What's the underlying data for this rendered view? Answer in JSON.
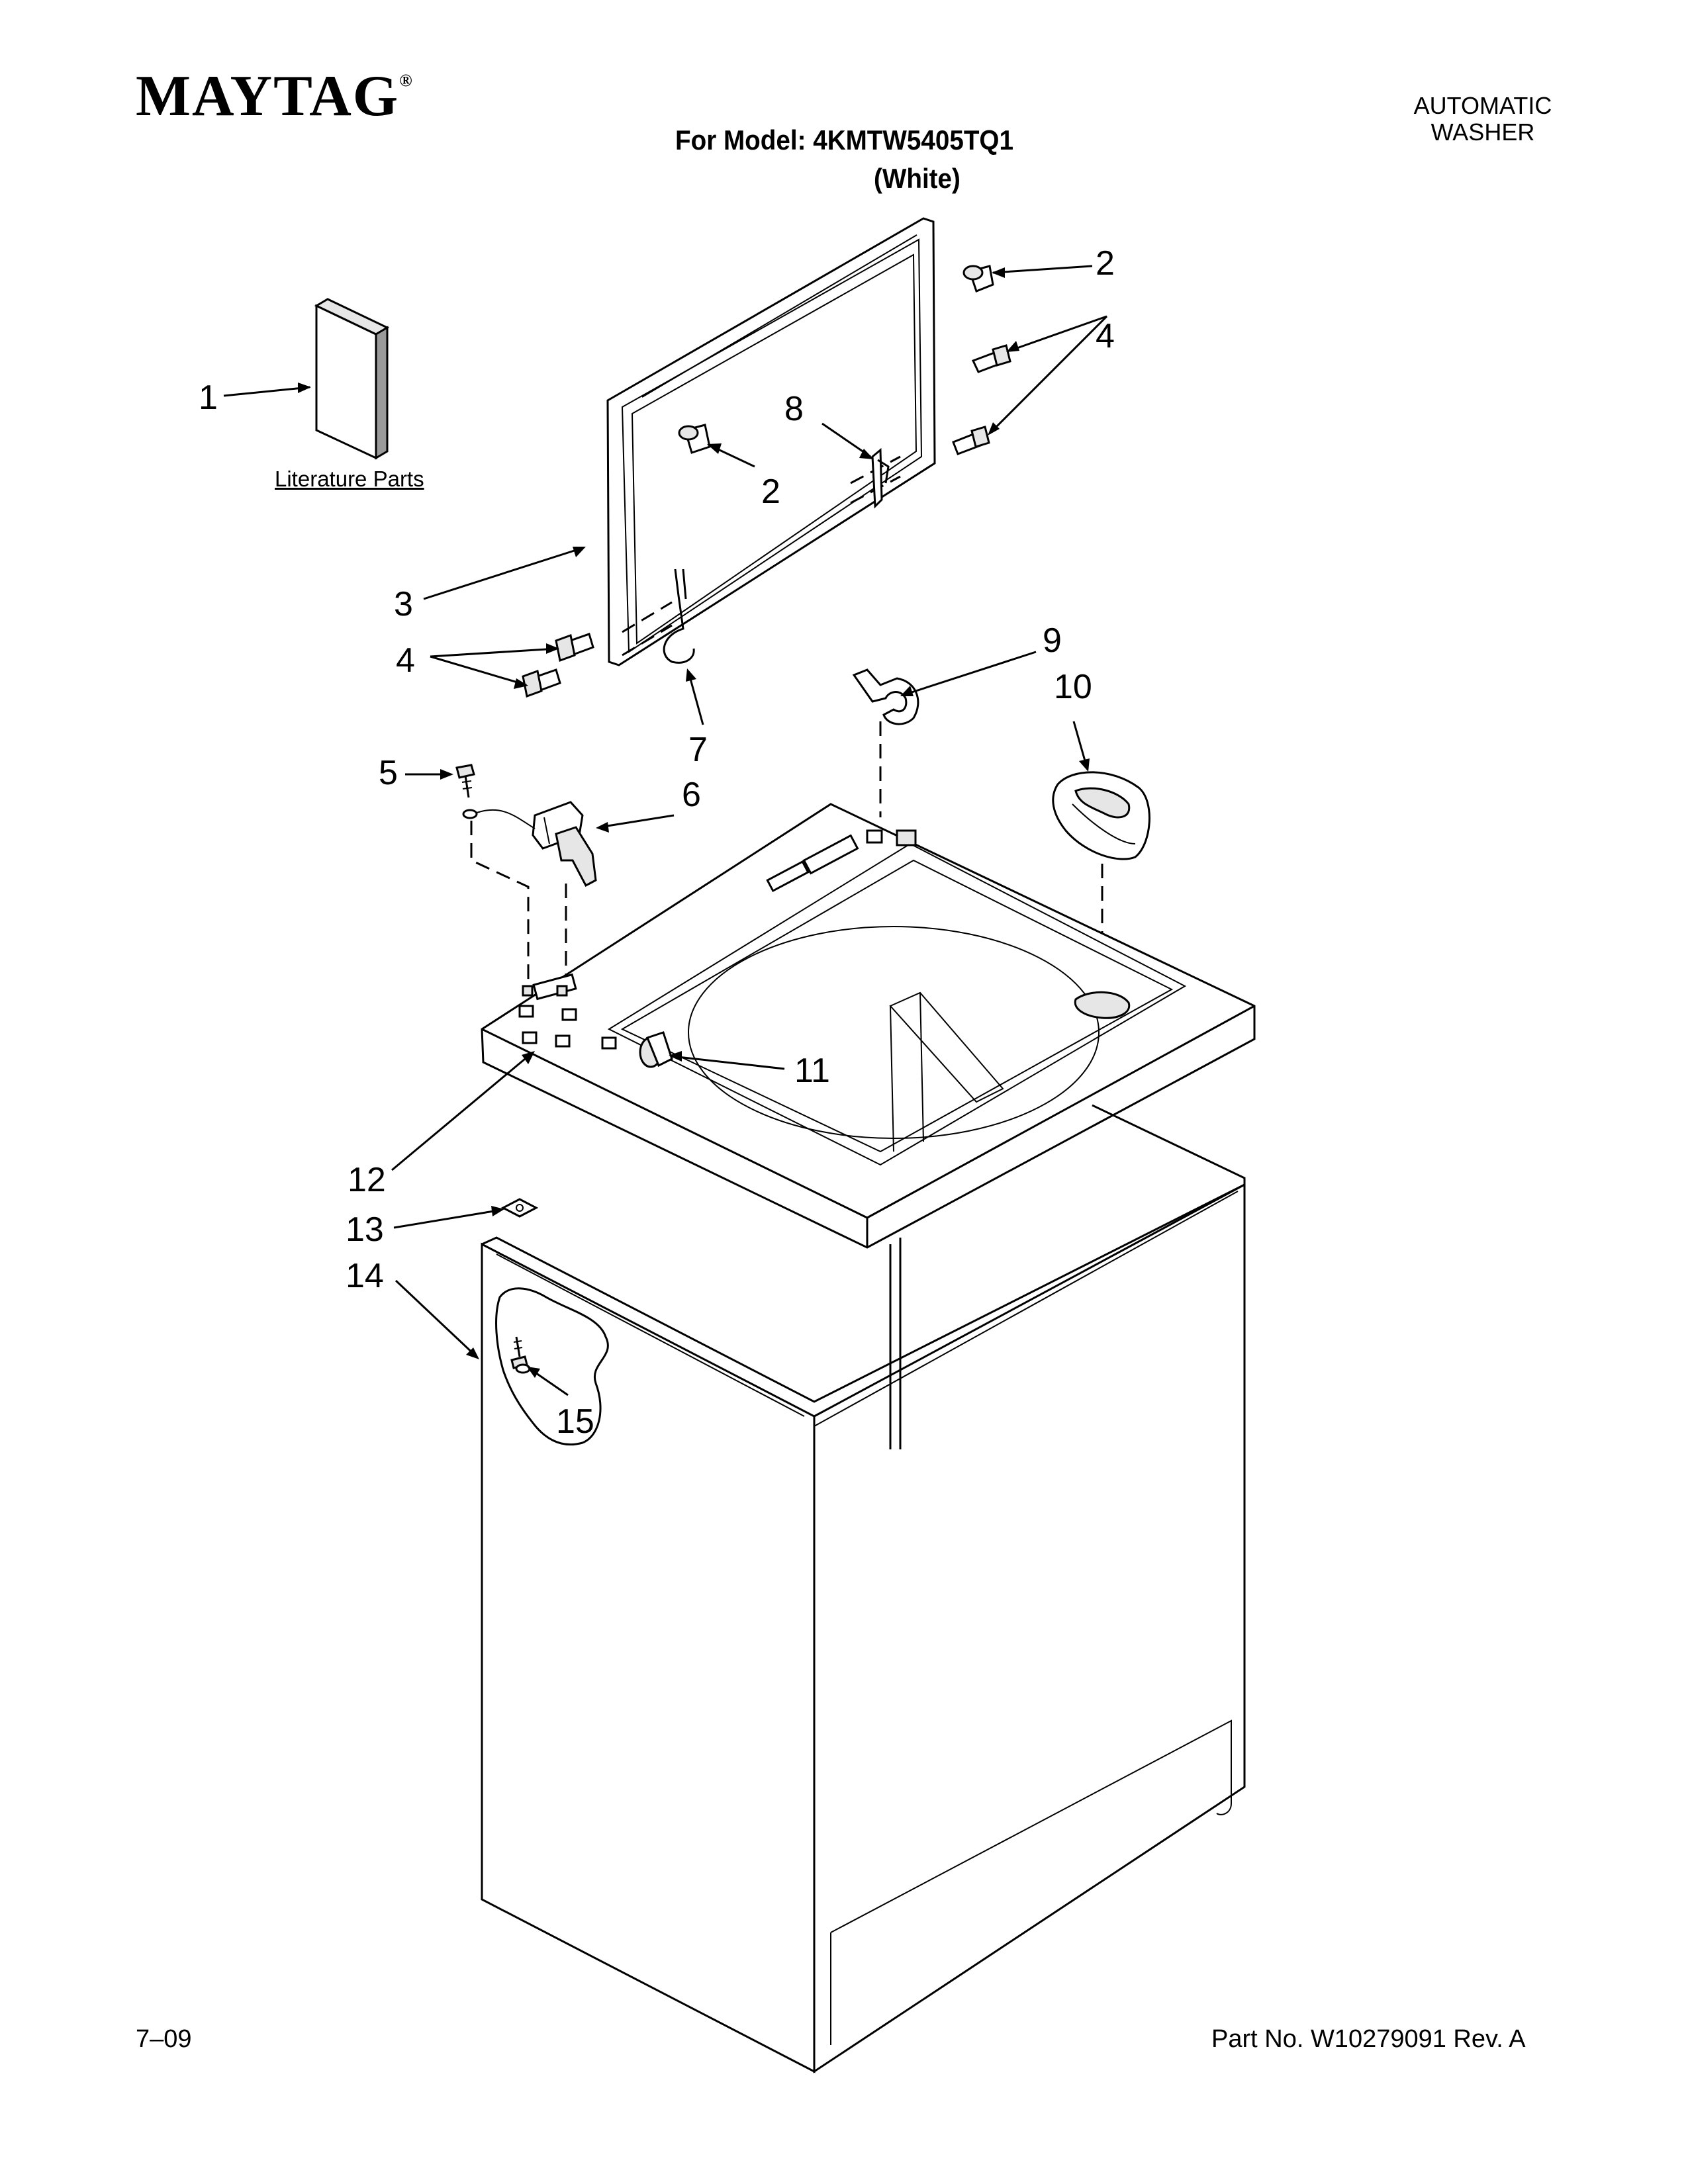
{
  "brand": {
    "name": "MAYTAG",
    "mark": "®"
  },
  "header": {
    "model_line": "For Model: 4KMTW5405TQ1",
    "color_line": "(White)",
    "product_type_line1": "AUTOMATIC",
    "product_type_line2": "WASHER"
  },
  "literature": {
    "label": "Literature Parts"
  },
  "callouts": {
    "c1": "1",
    "c2a": "2",
    "c2b": "2",
    "c3": "3",
    "c4a": "4",
    "c4b": "4",
    "c5": "5",
    "c6": "6",
    "c7": "7",
    "c8": "8",
    "c9": "9",
    "c10": "10",
    "c11": "11",
    "c12": "12",
    "c13": "13",
    "c14": "14",
    "c15": "15"
  },
  "footer": {
    "date_code": "7–09",
    "part_number": "Part No. W10279091 Rev. A"
  }
}
